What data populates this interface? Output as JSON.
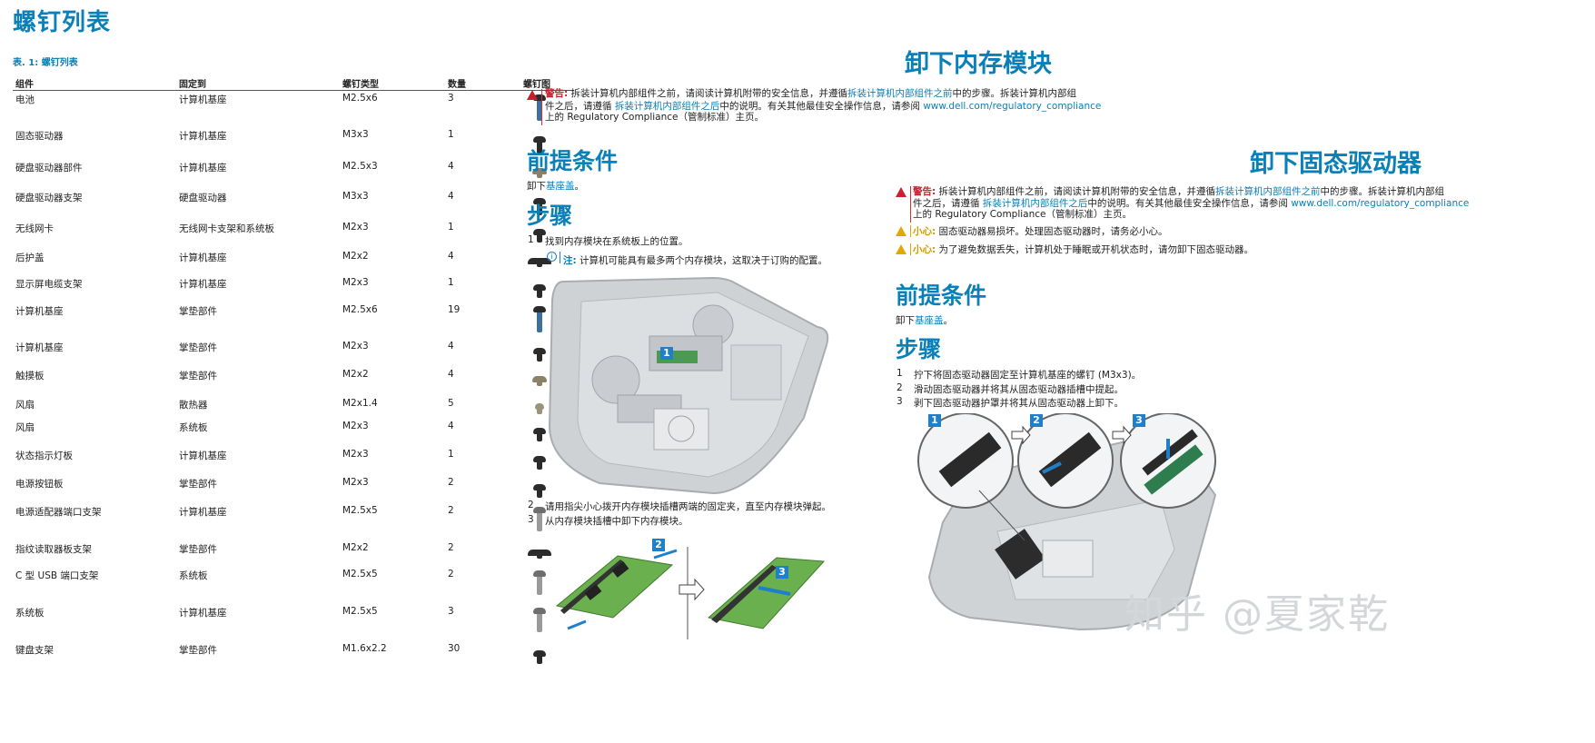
{
  "left": {
    "title": "螺钉列表",
    "table_caption": "表. 1: 螺钉列表",
    "headers": [
      "组件",
      "固定到",
      "螺钉类型",
      "数量",
      "螺钉图"
    ],
    "rows": [
      [
        "电池",
        "计算机基座",
        "M2.5x6",
        "3"
      ],
      [
        "固态驱动器",
        "计算机基座",
        "M3x3",
        "1"
      ],
      [
        "硬盘驱动器部件",
        "计算机基座",
        "M2.5x3",
        "4"
      ],
      [
        "硬盘驱动器支架",
        "硬盘驱动器",
        "M3x3",
        "4"
      ],
      [
        "无线网卡",
        "无线网卡支架和系统板",
        "M2x3",
        "1"
      ],
      [
        "后护盖",
        "计算机基座",
        "M2x2",
        "4"
      ],
      [
        "显示屏电缆支架",
        "计算机基座",
        "M2x3",
        "1"
      ],
      [
        "计算机基座",
        "掌垫部件",
        "M2.5x6",
        "19"
      ],
      [
        "计算机基座",
        "掌垫部件",
        "M2x3",
        "4"
      ],
      [
        "触摸板",
        "掌垫部件",
        "M2x2",
        "4"
      ],
      [
        "风扇",
        "散热器",
        "M2x1.4",
        "5"
      ],
      [
        "风扇",
        "系统板",
        "M2x3",
        "4"
      ],
      [
        "状态指示灯板",
        "计算机基座",
        "M2x3",
        "1"
      ],
      [
        "电源按钮板",
        "掌垫部件",
        "M2x3",
        "2"
      ],
      [
        "电源适配器端口支架",
        "计算机基座",
        "M2.5x5",
        "2"
      ],
      [
        "指纹读取器板支架",
        "掌垫部件",
        "M2x2",
        "2"
      ],
      [
        "C 型 USB 端口支架",
        "系统板",
        "M2.5x5",
        "2"
      ],
      [
        "系统板",
        "计算机基座",
        "M2.5x5",
        "3"
      ],
      [
        "键盘支架",
        "掌垫部件",
        "M1.6x2.2",
        "30"
      ]
    ]
  },
  "middle": {
    "title": "卸下内存模块",
    "warn_label": "警告:",
    "warn_line1a": " 拆装计算机内部组件之前，请阅读计算机附带的安全信息，并遵循",
    "warn_link1": "拆装计算机内部组件之前",
    "warn_line1b": "中的步骤。拆装计算机内部组",
    "warn_line2a": "件之后，请遵循 ",
    "warn_link2": "拆装计算机内部组件之后",
    "warn_line2b": "中的说明。有关其他最佳安全操作信息，请参阅 ",
    "warn_link3": "www.dell.com/regulatory_compliance",
    "warn_line3": "上的 Regulatory Compliance（管制标准）主页。",
    "prereq_title": "前提条件",
    "prereq_pre": "卸下",
    "prereq_link": "基座盖",
    "prereq_post": "。",
    "steps_title": "步骤",
    "step1_num": "1",
    "step1": "找到内存模块在系统板上的位置。",
    "note_label": "注:",
    "note_text": " 计算机可能具有最多两个内存模块，这取决于订购的配置。",
    "step2_num": "2",
    "step2": "请用指尖小心拨开内存模块插槽两端的固定夹，直至内存模块弹起。",
    "step3_num": "3",
    "step3": "从内存模块插槽中卸下内存模块。",
    "badge1": "1",
    "badge2": "2",
    "badge3": "3"
  },
  "right": {
    "title": "卸下固态驱动器",
    "warn_label": "警告:",
    "warn_line1a": " 拆装计算机内部组件之前，请阅读计算机附带的安全信息，并遵循",
    "warn_link1": "拆装计算机内部组件之前",
    "warn_line1b": "中的步骤。拆装计算机内部组",
    "warn_line2a": "件之后，请遵循 ",
    "warn_link2": "拆装计算机内部组件之后",
    "warn_line2b": "中的说明。有关其他最佳安全操作信息，请参阅 ",
    "warn_link3": "www.dell.com/regulatory_compliance",
    "warn_line3": "上的 Regulatory Compliance（管制标准）主页。",
    "caution_label": "小心:",
    "caution1": " 固态驱动器易损坏。处理固态驱动器时，请务必小心。",
    "caution2": " 为了避免数据丢失，计算机处于睡眠或开机状态时，请勿卸下固态驱动器。",
    "prereq_title": "前提条件",
    "prereq_pre": "卸下",
    "prereq_link": "基座盖",
    "prereq_post": "。",
    "steps_title": "步骤",
    "step1_num": "1",
    "step1": "拧下将固态驱动器固定至计算机基座的螺钉 (M3x3)。",
    "step2_num": "2",
    "step2": "滑动固态驱动器并将其从固态驱动器插槽中提起。",
    "step3_num": "3",
    "step3": "剥下固态驱动器护罩并将其从固态驱动器上卸下。",
    "badge1": "1",
    "badge2": "2",
    "badge3": "3"
  },
  "watermark": "知乎 @夏家乾"
}
